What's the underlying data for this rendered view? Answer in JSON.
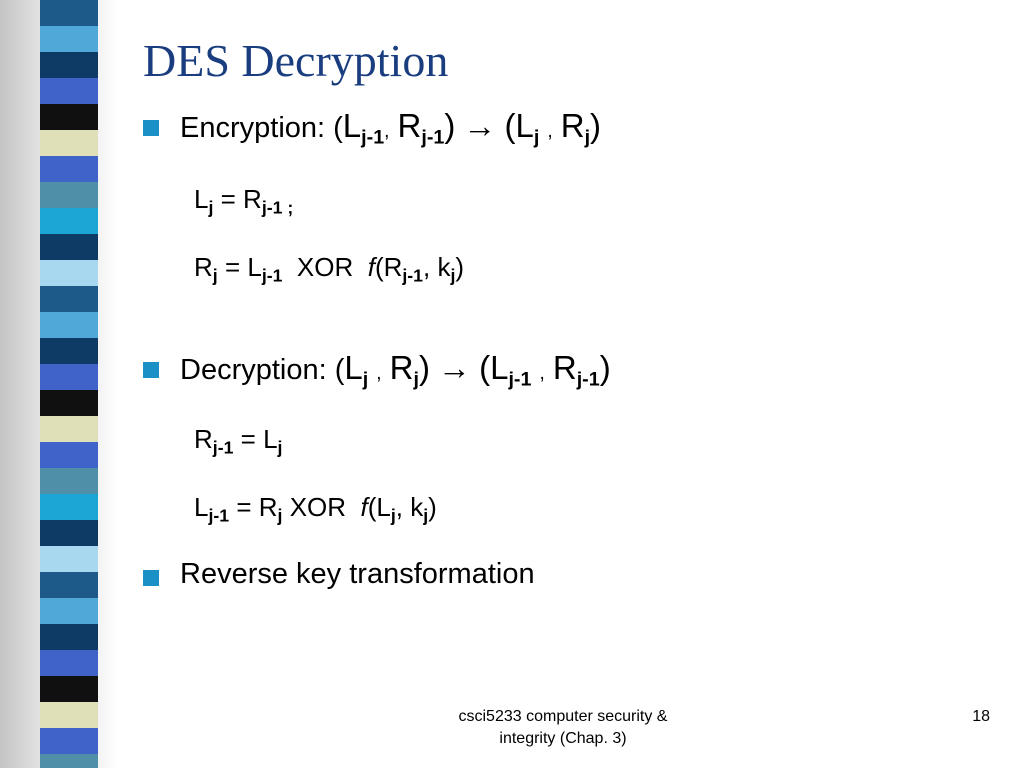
{
  "slide": {
    "title": "DES Decryption",
    "bullets": [
      {
        "label": "Encryption: (",
        "sym": {
          "a": "L",
          "a_sub": "j-1",
          "sep": ",",
          "b": "R",
          "b_sub": "j-1",
          "close": ")",
          "arrow": "→",
          "open2": "(",
          "c": "L",
          "c_sub": "j",
          "sep2": ",",
          "d": "R",
          "d_sub": "j",
          "close2": ")"
        },
        "eq1": {
          "lhs": "L",
          "lhs_sub": "j",
          "eq": "=",
          "rhs": "R",
          "rhs_sub": "j-1 ;"
        },
        "eq2": {
          "lhs": "R",
          "lhs_sub": "j",
          "eq": "=",
          "t1": "L",
          "t1_sub": "j-1",
          "op": "XOR",
          "fn": "f",
          "open": "(R",
          "a_sub": "j-1",
          "mid": ", k",
          "b_sub": "j",
          "close": ")"
        }
      },
      {
        "label": "Decryption:  (",
        "sym": {
          "a": "L",
          "a_sub": "j",
          "sep": ",",
          "b": "R",
          "b_sub": "j",
          "close": ")",
          "arrow": "→",
          "open2": "(",
          "c": "L",
          "c_sub": "j-1",
          "sep2": ",",
          "d": "R",
          "d_sub": "j-1",
          "close2": ")"
        },
        "eq1": {
          "lhs": "R",
          "lhs_sub": "j-1",
          "eq": "=",
          "rhs": "L",
          "rhs_sub": "j"
        },
        "eq2": {
          "lhs": "L",
          "lhs_sub": "j-1",
          "eq": "=",
          "t1": "R",
          "t1_sub": "j",
          "op": "XOR",
          "fn": "f",
          "open": "(L",
          "a_sub": "j",
          "mid": ", k",
          "b_sub": "j",
          "close": ")"
        }
      },
      {
        "label": "Reverse key transformation"
      }
    ],
    "footer": {
      "line1": "csci5233 computer security &",
      "line2": "integrity (Chap. 3)",
      "page_number": "18"
    }
  },
  "colors": {
    "title": "#1a3d80",
    "bullet": "#1a90c6",
    "stripes": [
      "#1d5a8a",
      "#4fa8d8",
      "#0e3a66",
      "#3f63c8",
      "#101010",
      "#e0e0b8",
      "#3f63c8",
      "#4f8fa8",
      "#1ba6d6",
      "#0e3a66",
      "#a8d8f0"
    ]
  }
}
